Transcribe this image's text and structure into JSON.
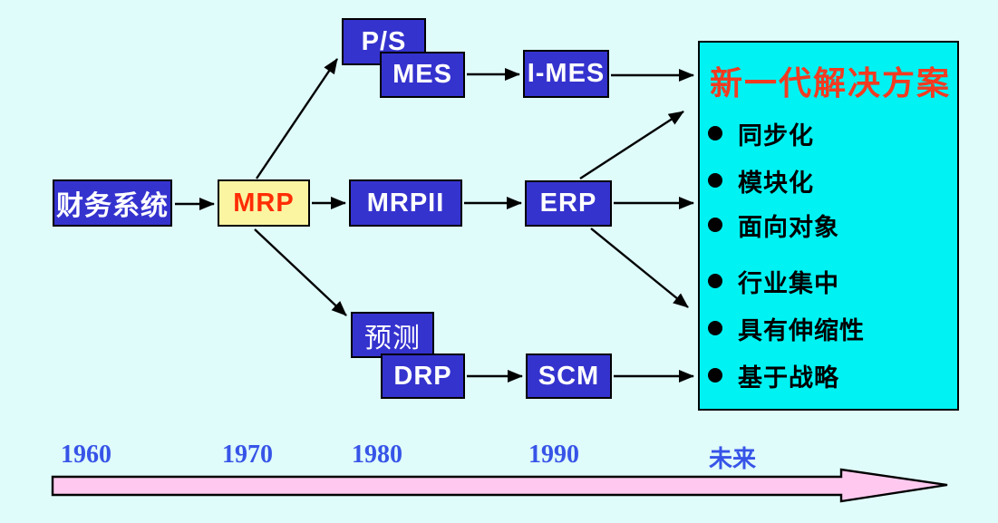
{
  "slide": {
    "background": "#DFFBFA"
  },
  "boxes": {
    "finance": {
      "label": "财务系统"
    },
    "mrp": {
      "label": "MRP"
    },
    "ps": {
      "label": "P/S"
    },
    "mes": {
      "label": "MES"
    },
    "imes": {
      "label": "I-MES"
    },
    "mrpii": {
      "label": "MRPII"
    },
    "erp": {
      "label": "ERP"
    },
    "forecast": {
      "label": "预测"
    },
    "drp": {
      "label": "DRP"
    },
    "scm": {
      "label": "SCM"
    }
  },
  "solution_panel": {
    "title": "新一代解决方案",
    "bullets": [
      "同步化",
      "模块化",
      "面向对象",
      "行业集中",
      "具有伸缩性",
      "基于战略"
    ]
  },
  "timeline": {
    "labels": [
      "1960",
      "1970",
      "1980",
      "1990",
      "未来"
    ]
  },
  "colors": {
    "background": "#DFFBFA",
    "box_blue": "#3533CE",
    "box_border": "#000000",
    "box_text": "#FFFFFF",
    "mrp_fill": "#FBF5A2",
    "mrp_text": "#FF2D05",
    "panel_fill": "#00F2F2",
    "panel_title_red": "#F23A20",
    "bullet_text": "#000000",
    "year_text": "#3754E8",
    "timeline_arrow_fill": "#FFC9EF",
    "arrow": "#000000"
  }
}
